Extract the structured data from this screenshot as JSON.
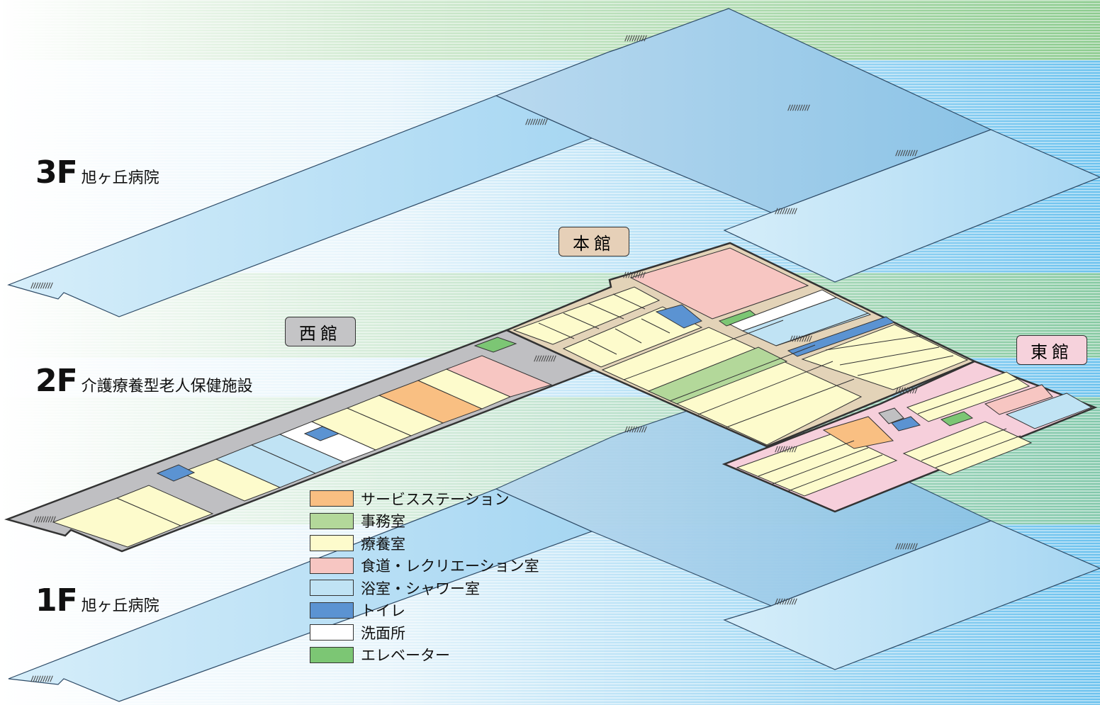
{
  "floors": {
    "f3": {
      "num": "3F",
      "name": "旭ヶ丘病院"
    },
    "f2": {
      "num": "2F",
      "name": "介護療養型老人保健施設"
    },
    "f1": {
      "num": "1F",
      "name": "旭ヶ丘病院"
    }
  },
  "buildings": {
    "main": {
      "label": "本館",
      "color": "#e6d0b8"
    },
    "west": {
      "label": "西館",
      "color": "#c4c4c6"
    },
    "east": {
      "label": "東館",
      "color": "#f6d2dc"
    }
  },
  "legend": [
    {
      "label": "サービスステーション",
      "color": "#f9bf82"
    },
    {
      "label": "事務室",
      "color": "#b3d89a"
    },
    {
      "label": "療養室",
      "color": "#fdfbcc"
    },
    {
      "label": "食道・レクリエーション室",
      "color": "#f7c6c2"
    },
    {
      "label": "浴室・シャワー室",
      "color": "#c0e3f4"
    },
    {
      "label": "トイレ",
      "color": "#5b93d2"
    },
    {
      "label": "洗面所",
      "color": "#ffffff"
    },
    {
      "label": "エレベーター",
      "color": "#7cc674"
    }
  ],
  "colors": {
    "floor_slab": "#c2e4f6",
    "floor_slab_dark": "#a7cfe9",
    "corridor_main": "#e3d3b8",
    "corridor_west": "#bfbfc2",
    "corridor_east": "#f6cfdb",
    "background_green": "#a4d3a3",
    "background_blue": "#9fd2f0"
  },
  "icons": {
    "stair": "stair-icon"
  }
}
